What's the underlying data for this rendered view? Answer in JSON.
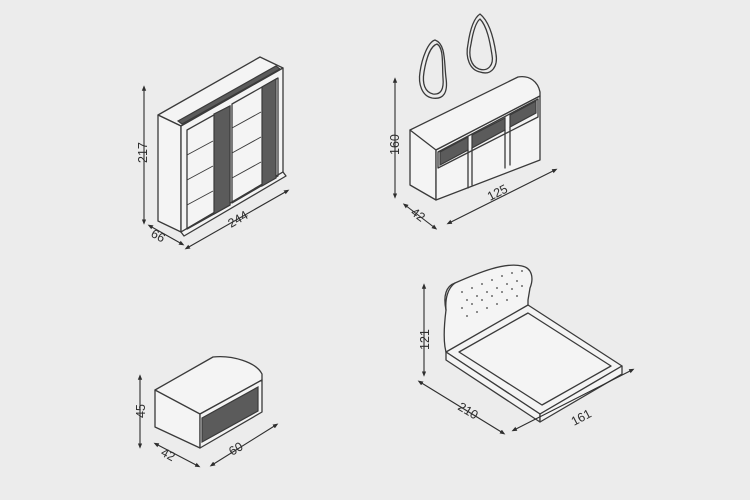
{
  "dimensions": {
    "wardrobe": {
      "height": "217",
      "width": "244",
      "depth": "66"
    },
    "vanity": {
      "height": "160",
      "width": "125",
      "depth": "42"
    },
    "nightstand": {
      "height": "45",
      "width": "60",
      "depth": "42"
    },
    "bed": {
      "height": "121",
      "width": "210",
      "depth": "161"
    }
  },
  "colors": {
    "background": "#ececec",
    "line": "#3a3a3a",
    "accent_panel": "#5b5b5b"
  }
}
